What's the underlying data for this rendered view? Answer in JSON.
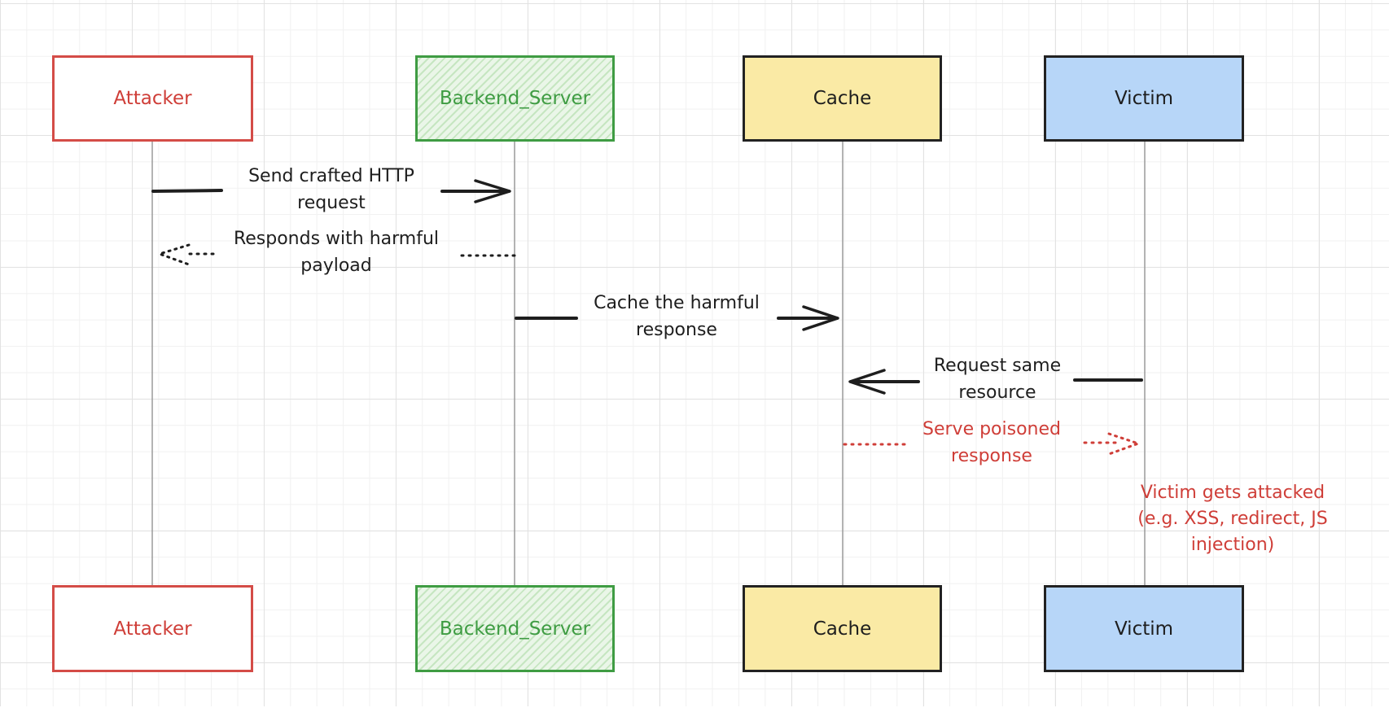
{
  "participants": [
    {
      "id": "attacker",
      "label": "Attacker"
    },
    {
      "id": "backend",
      "label": "Backend_Server"
    },
    {
      "id": "cache",
      "label": "Cache"
    },
    {
      "id": "victim",
      "label": "Victim"
    }
  ],
  "messages": [
    {
      "from": "attacker",
      "to": "backend",
      "style": "solid",
      "text": "Send crafted HTTP\nrequest"
    },
    {
      "from": "backend",
      "to": "attacker",
      "style": "dotted",
      "text": "Responds with harmful\npayload"
    },
    {
      "from": "backend",
      "to": "cache",
      "style": "solid",
      "text": "Cache the harmful\nresponse"
    },
    {
      "from": "victim",
      "to": "cache",
      "style": "solid",
      "text": "Request same\nresource"
    },
    {
      "from": "cache",
      "to": "victim",
      "style": "dotted",
      "text": "Serve poisoned\nresponse"
    }
  ],
  "note": {
    "text": "Victim gets attacked\n(e.g. XSS, redirect, JS\ninjection)"
  },
  "colors": {
    "attacker_stroke": "#d44c47",
    "backend_stroke": "#3f9c43",
    "backend_fill": "#c6e6c1",
    "cache_fill": "#faeaa5",
    "victim_fill": "#b7d6f8",
    "ink": "#1e1e1e",
    "red_text": "#cf3e38"
  }
}
